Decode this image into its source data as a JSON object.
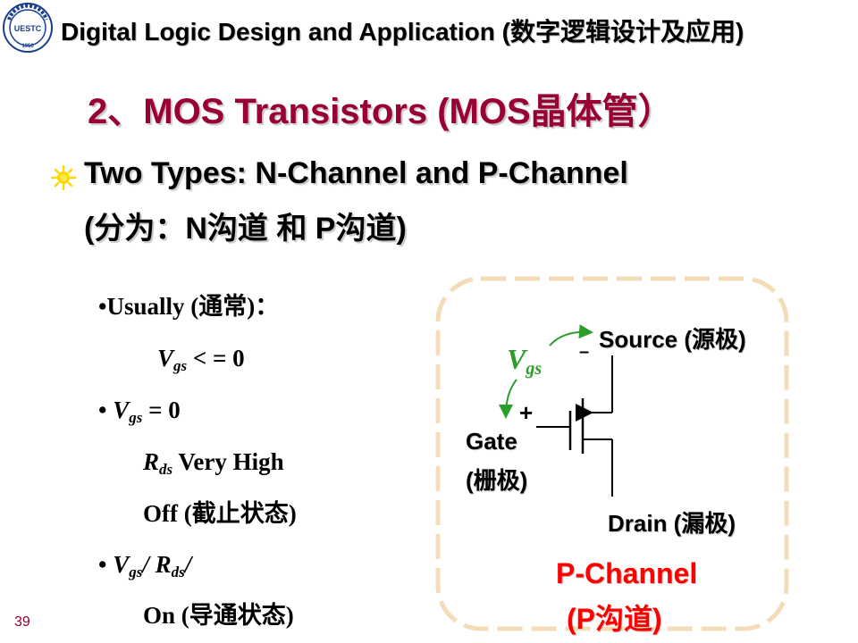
{
  "header": {
    "title": "Digital Logic Design and Application (数字逻辑设计及应用)",
    "logo_text": "UESTC",
    "logo_year": "1956"
  },
  "slide": {
    "title": "2、MOS Transistors (MOS晶体管）",
    "bullet_line1": "Two Types: N-Channel and P-Channel",
    "bullet_line2": "(分为：N沟道 和 P沟道)",
    "page_number": "39"
  },
  "notes": {
    "usually_prefix": "•Usually",
    "usually_cn": "(通常)：",
    "vgs_le_rest": " < = 0",
    "vgs_eq_bullet": "• ",
    "vgs_eq_rest": " = 0",
    "rds_high_rest": " Very High",
    "off_label": "Off",
    "off_cn": "(截止状态)",
    "vgs_rds_bullet": "• ",
    "on_label": "On",
    "on_cn": "(导通状态)",
    "v_symbol": "V",
    "r_symbol": "R",
    "gs_sub": "gs",
    "ds_sub": "ds",
    "slash": "/"
  },
  "diagram": {
    "source_label": "Source (源极)",
    "drain_label": "Drain (漏极)",
    "gate_label": "Gate",
    "gate_cn": "(栅极)",
    "plus": "+",
    "minus": "–",
    "vgs_v": "V",
    "vgs_sub": "gs",
    "channel_label": "P-Channel",
    "channel_cn": "(P沟道)"
  },
  "colors": {
    "title_red": "#990033",
    "accent_green": "#2a9d2a",
    "channel_red": "#ff0000",
    "frame_tan": "#f5dcb8",
    "bullet_yellow": "#ffd700"
  },
  "icons": {
    "logo": "university-seal-icon",
    "bullet": "sunburst-bullet-icon"
  }
}
